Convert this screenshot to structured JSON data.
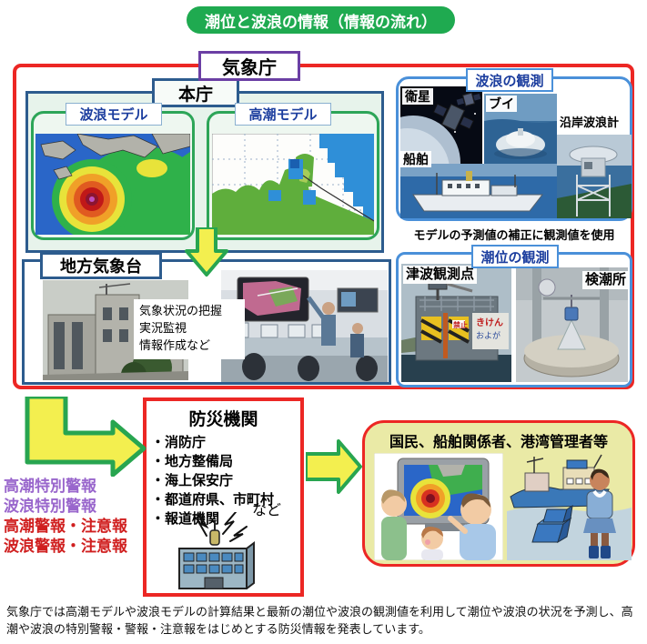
{
  "title": "潮位と波浪の情報（情報の流れ）",
  "jma": {
    "label": "気象庁",
    "headquarters": {
      "label": "本庁",
      "wave_model_label": "波浪モデル",
      "surge_model_label": "高潮モデル"
    },
    "wave_observation": {
      "label": "波浪の観測",
      "satellite_label": "衛星",
      "buoy_label": "ブイ",
      "coastal_wave_gauge_label": "沿岸波浪計",
      "ship_label": "船舶",
      "note": "モデルの予測値の補正に観測値を使用"
    },
    "local_observatory": {
      "label": "地方気象台",
      "tasks": [
        "気象状況の把握",
        "実況監視",
        "情報作成など"
      ]
    },
    "tide_observation": {
      "label": "潮位の観測",
      "tsunami_station_label": "津波観測点",
      "tide_gauge_label": "検潮所"
    }
  },
  "warnings": [
    {
      "text": "高潮特別警報",
      "type": "special"
    },
    {
      "text": "波浪特別警報",
      "type": "special"
    },
    {
      "text": "高潮警報・注意報",
      "type": "regular"
    },
    {
      "text": "波浪警報・注意報",
      "type": "regular"
    }
  ],
  "disaster_orgs": {
    "title": "防災機関",
    "items": [
      "・消防庁",
      "・地方整備局",
      "・海上保安庁",
      "・都道府県、市町村",
      "・報道機関"
    ],
    "etc_label": "など"
  },
  "recipients": {
    "title": "国民、船舶関係者、港湾管理者等"
  },
  "footer": "気象庁では高潮モデルや波浪モデルの計算結果と最新の潮位や波浪の観測値を利用して潮位や波浪の状況を予測し、高潮や波浪の特別警報・警報・注意報をはじめとする防災情報を発表しています。",
  "colors": {
    "title_bg": "#1faa50",
    "main_border": "#ec2724",
    "jma_label_border": "#6b3fa4",
    "blue_box_border": "#2d5c8e",
    "green_box_border": "#2da558",
    "obs_box_border": "#4a90d9",
    "arrow_fill": "#f3ef4f",
    "arrow_stroke": "#28a550",
    "special_warning_text": "#9966cc",
    "regular_warning_text": "#d02020",
    "recipients_bg": "#eaeaa6"
  }
}
